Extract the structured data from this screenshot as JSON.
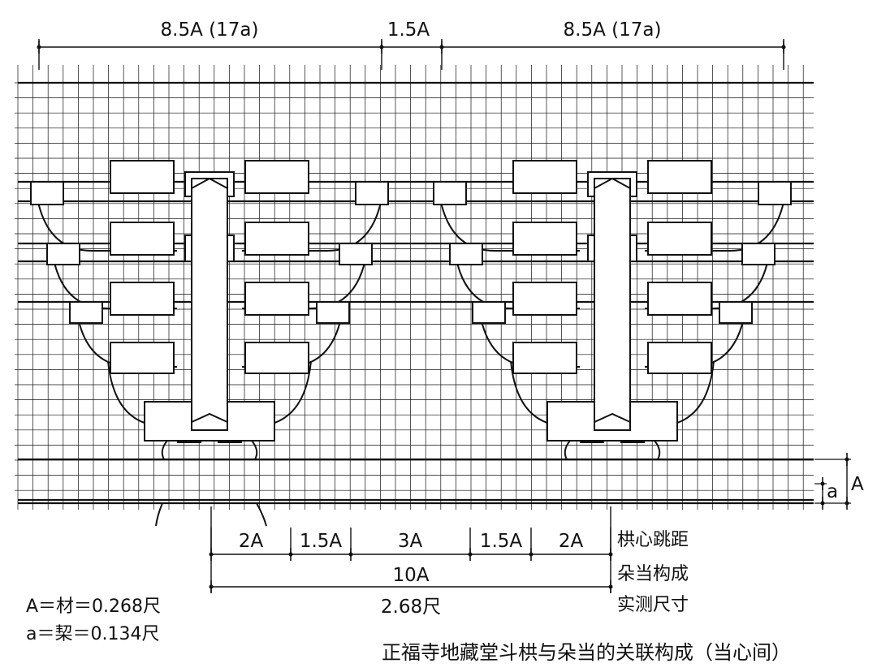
{
  "top_dimensions": {
    "left": "8.5A (17a)",
    "middle": "1.5A",
    "right": "8.5A (17a)"
  },
  "side_dimensions": {
    "small": "a",
    "large": "A"
  },
  "bottom_dimensions": {
    "row1": [
      "2A",
      "1.5A",
      "3A",
      "1.5A",
      "2A"
    ],
    "row1_label": "栱心跳距",
    "row2": "10A",
    "row2_label": "朵当构成",
    "row3": "2.68尺",
    "row3_label": "实测尺寸"
  },
  "legend": {
    "line1": "A＝材＝0.268尺",
    "line2": "a＝栔＝0.134尺"
  },
  "caption": "正福寺地藏堂斗栱与朵当的关联构成（当心间）"
}
